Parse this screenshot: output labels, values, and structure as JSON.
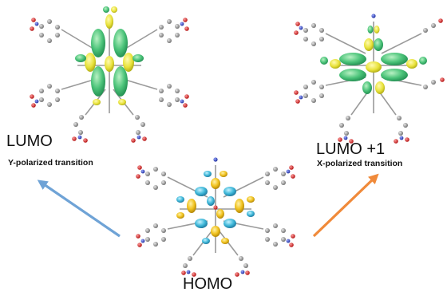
{
  "labels": {
    "lumo": {
      "title": "LUMO",
      "subtitle": "Y-polarized transition"
    },
    "lumo_plus_1": {
      "title": "LUMO +1",
      "subtitle": "X-polarized transition"
    },
    "homo": {
      "title": "HOMO"
    }
  },
  "colors": {
    "arrow_lumo": "#6fa3d6",
    "arrow_lumo_plus_1": "#f08a3a",
    "lobe_green": "#4cc47a",
    "lobe_yellow": "#e8e23a",
    "lobe_cyan": "#3fb8d9",
    "lobe_gold": "#f0c21e",
    "atom_carbon": "#8a8a8a",
    "atom_oxygen": "#e02020",
    "atom_nitrogen": "#2a3fbf"
  },
  "icons": {
    "lumo_molecule": "orbital-molecule-icon",
    "lumo_plus_1_molecule": "orbital-molecule-icon",
    "homo_molecule": "orbital-molecule-icon"
  }
}
